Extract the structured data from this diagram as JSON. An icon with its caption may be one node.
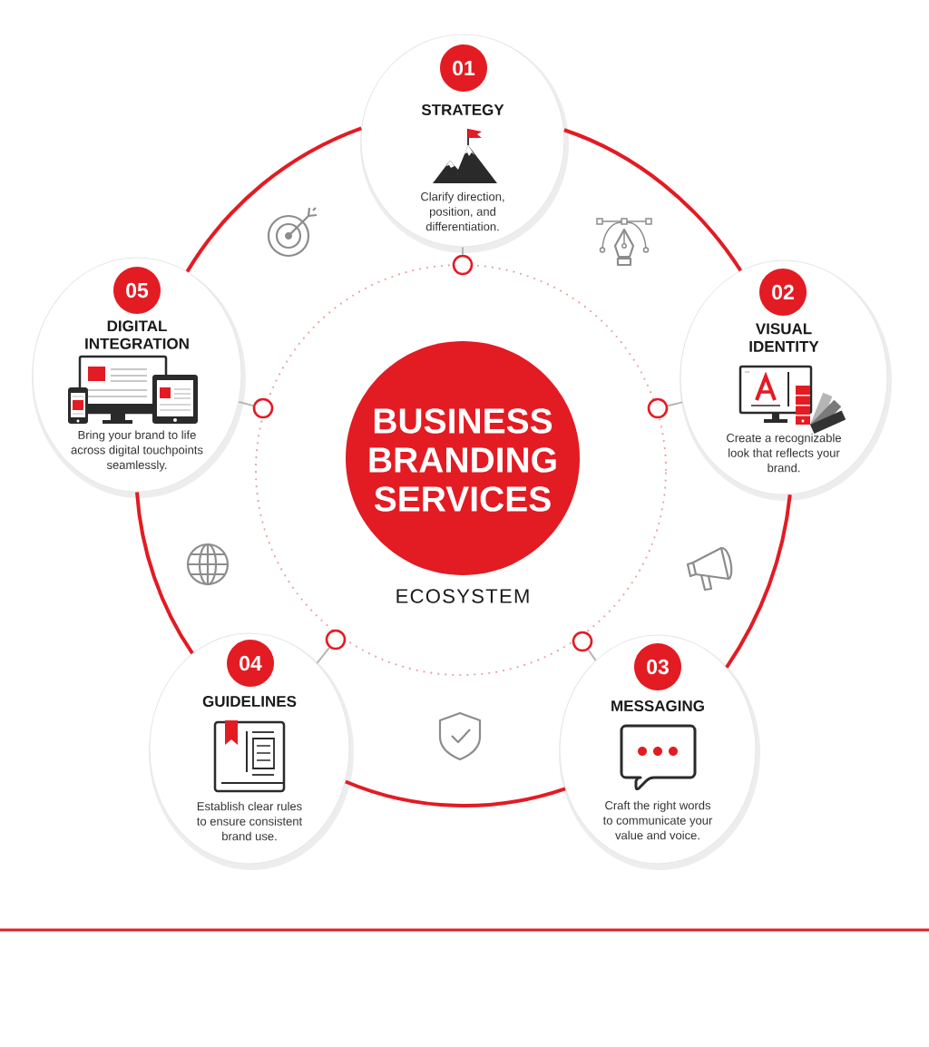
{
  "diagram": {
    "nodes": [
      {
        "text": [
          "BUSINESS BRANDING SERVICES"
        ],
        "beside": [
          "ECOSYSTEM"
        ]
      },
      {
        "text": [
          "STRATEGY",
          "Clarify direction, position, and differentiation."
        ]
      },
      {
        "text": [
          "01"
        ],
        "in": 1
      },
      {
        "text": [
          "VISUAL IDENTITY",
          "Create a recognizable look that reflects your brand."
        ]
      },
      {
        "text": [
          "02"
        ],
        "in": 3
      },
      {
        "text": [
          "MESSAGING",
          "Craft the right words to communicate your value and voice."
        ]
      },
      {
        "text": [
          "03"
        ],
        "in": 5
      },
      {
        "text": [
          "GUIDELINES",
          "Establish clear rules to ensure consistent brand use."
        ]
      },
      {
        "text": [
          "04"
        ],
        "in": 7
      },
      {
        "text": [
          "DIGITAL INTEGRATION",
          "Bring your brand to life across digital touchpoints seamlessly."
        ]
      },
      {
        "text": [
          "05"
        ],
        "in": 9
      },
      {
        "text": [],
        "shape": "circle"
      },
      {
        "text": [],
        "shape": "circle"
      },
      {
        "text": [],
        "shape": "circle"
      },
      {
        "text": [],
        "shape": "circle"
      },
      {
        "text": [],
        "shape": "circle"
      }
    ],
    "edges": [
      {
        "from": 1,
        "to": 3,
        "arrow": "none",
        "style": "thick",
        "color": "#e31b23"
      },
      {
        "from": 3,
        "to": 5,
        "arrow": "none",
        "style": "thick",
        "color": "#e31b23"
      },
      {
        "from": 5,
        "to": 7,
        "arrow": "none",
        "style": "thick",
        "color": "#e31b23"
      },
      {
        "from": 7,
        "to": 9,
        "arrow": "none",
        "style": "thick",
        "color": "#e31b23"
      },
      {
        "from": 9,
        "to": 1,
        "arrow": "none",
        "style": "thick",
        "color": "#e31b23"
      },
      {
        "from": 11,
        "to": 1,
        "arrow": "none",
        "color": "#b5b5b5"
      },
      {
        "from": 12,
        "to": 3,
        "arrow": "none",
        "color": "#b5b5b5"
      },
      {
        "from": 13,
        "to": 5,
        "arrow": "none",
        "color": "#b5b5b5"
      },
      {
        "from": 14,
        "to": 7,
        "arrow": "none",
        "color": "#b5b5b5"
      },
      {
        "from": 15,
        "to": 9,
        "arrow": "none",
        "color": "#b5b5b5"
      }
    ]
  }
}
